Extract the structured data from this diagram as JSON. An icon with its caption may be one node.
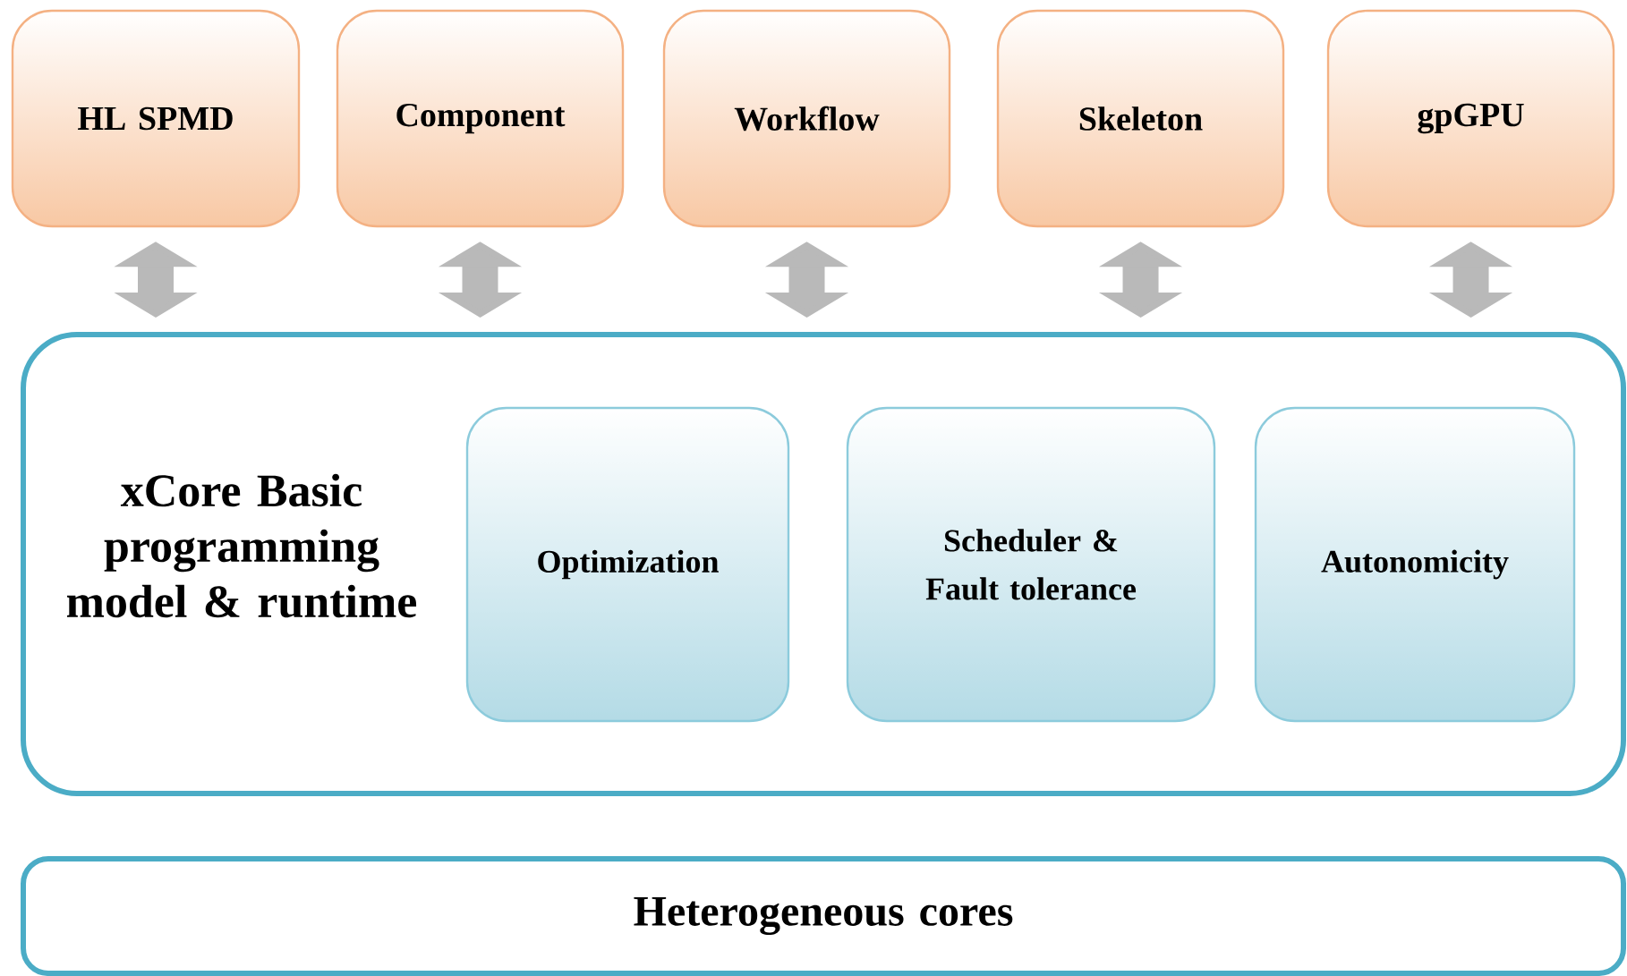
{
  "diagram": {
    "nodes": [
      {
        "text": [
          "HL SPMD"
        ]
      },
      {
        "text": [
          "Component"
        ]
      },
      {
        "text": [
          "Workflow"
        ]
      },
      {
        "text": [
          "Skeleton"
        ]
      },
      {
        "text": [
          "gpGPU"
        ]
      },
      {
        "text": [
          "xCore Basic programming model & runtime"
        ]
      },
      {
        "text": [
          "Optimization"
        ],
        "in": 5
      },
      {
        "text": [
          "Scheduler & Fault tolerance"
        ],
        "in": 5
      },
      {
        "text": [
          "Autonomicity"
        ],
        "in": 5
      },
      {
        "text": [
          "Heterogeneous cores"
        ]
      }
    ],
    "edges": [
      {
        "from": 0,
        "to": 5,
        "arrow": "both"
      },
      {
        "from": 1,
        "to": 5,
        "arrow": "both"
      },
      {
        "from": 2,
        "to": 5,
        "arrow": "both"
      },
      {
        "from": 3,
        "to": 5,
        "arrow": "both"
      },
      {
        "from": 4,
        "to": 5,
        "arrow": "both"
      }
    ]
  }
}
